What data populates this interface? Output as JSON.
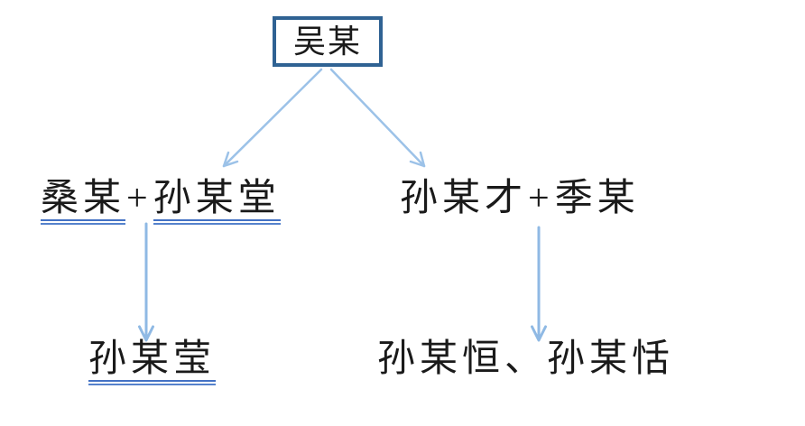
{
  "diagram": {
    "type": "family-tree-flowchart",
    "generation1": {
      "root": {
        "label": "吴某"
      }
    },
    "generation2": {
      "left_couple": {
        "person1": "桑某",
        "plus": "+",
        "person2": "孙某堂",
        "underlined": true
      },
      "right_couple": {
        "person1": "孙某才",
        "plus": "+",
        "person2": "季某",
        "underlined": false
      }
    },
    "generation3": {
      "left_child": {
        "label": "孙某莹",
        "underlined": true
      },
      "right_children": {
        "label": "孙某恒、孙某恬",
        "underlined": false
      }
    },
    "edges": [
      {
        "from": "吴某",
        "to": "桑某+孙某堂"
      },
      {
        "from": "吴某",
        "to": "孙某才+季某"
      },
      {
        "from": "桑某+孙某堂",
        "to": "孙某莹"
      },
      {
        "from": "孙某才+季某",
        "to": "孙某恒、孙某恬"
      }
    ],
    "colors": {
      "box_border": "#2F6293",
      "diagonal_arrow": "#9CC2E8",
      "vertical_arrow": "#8FB9E4",
      "underline": "#4472C4",
      "text": "#1A1A1A",
      "background": "#FFFFFF"
    }
  }
}
